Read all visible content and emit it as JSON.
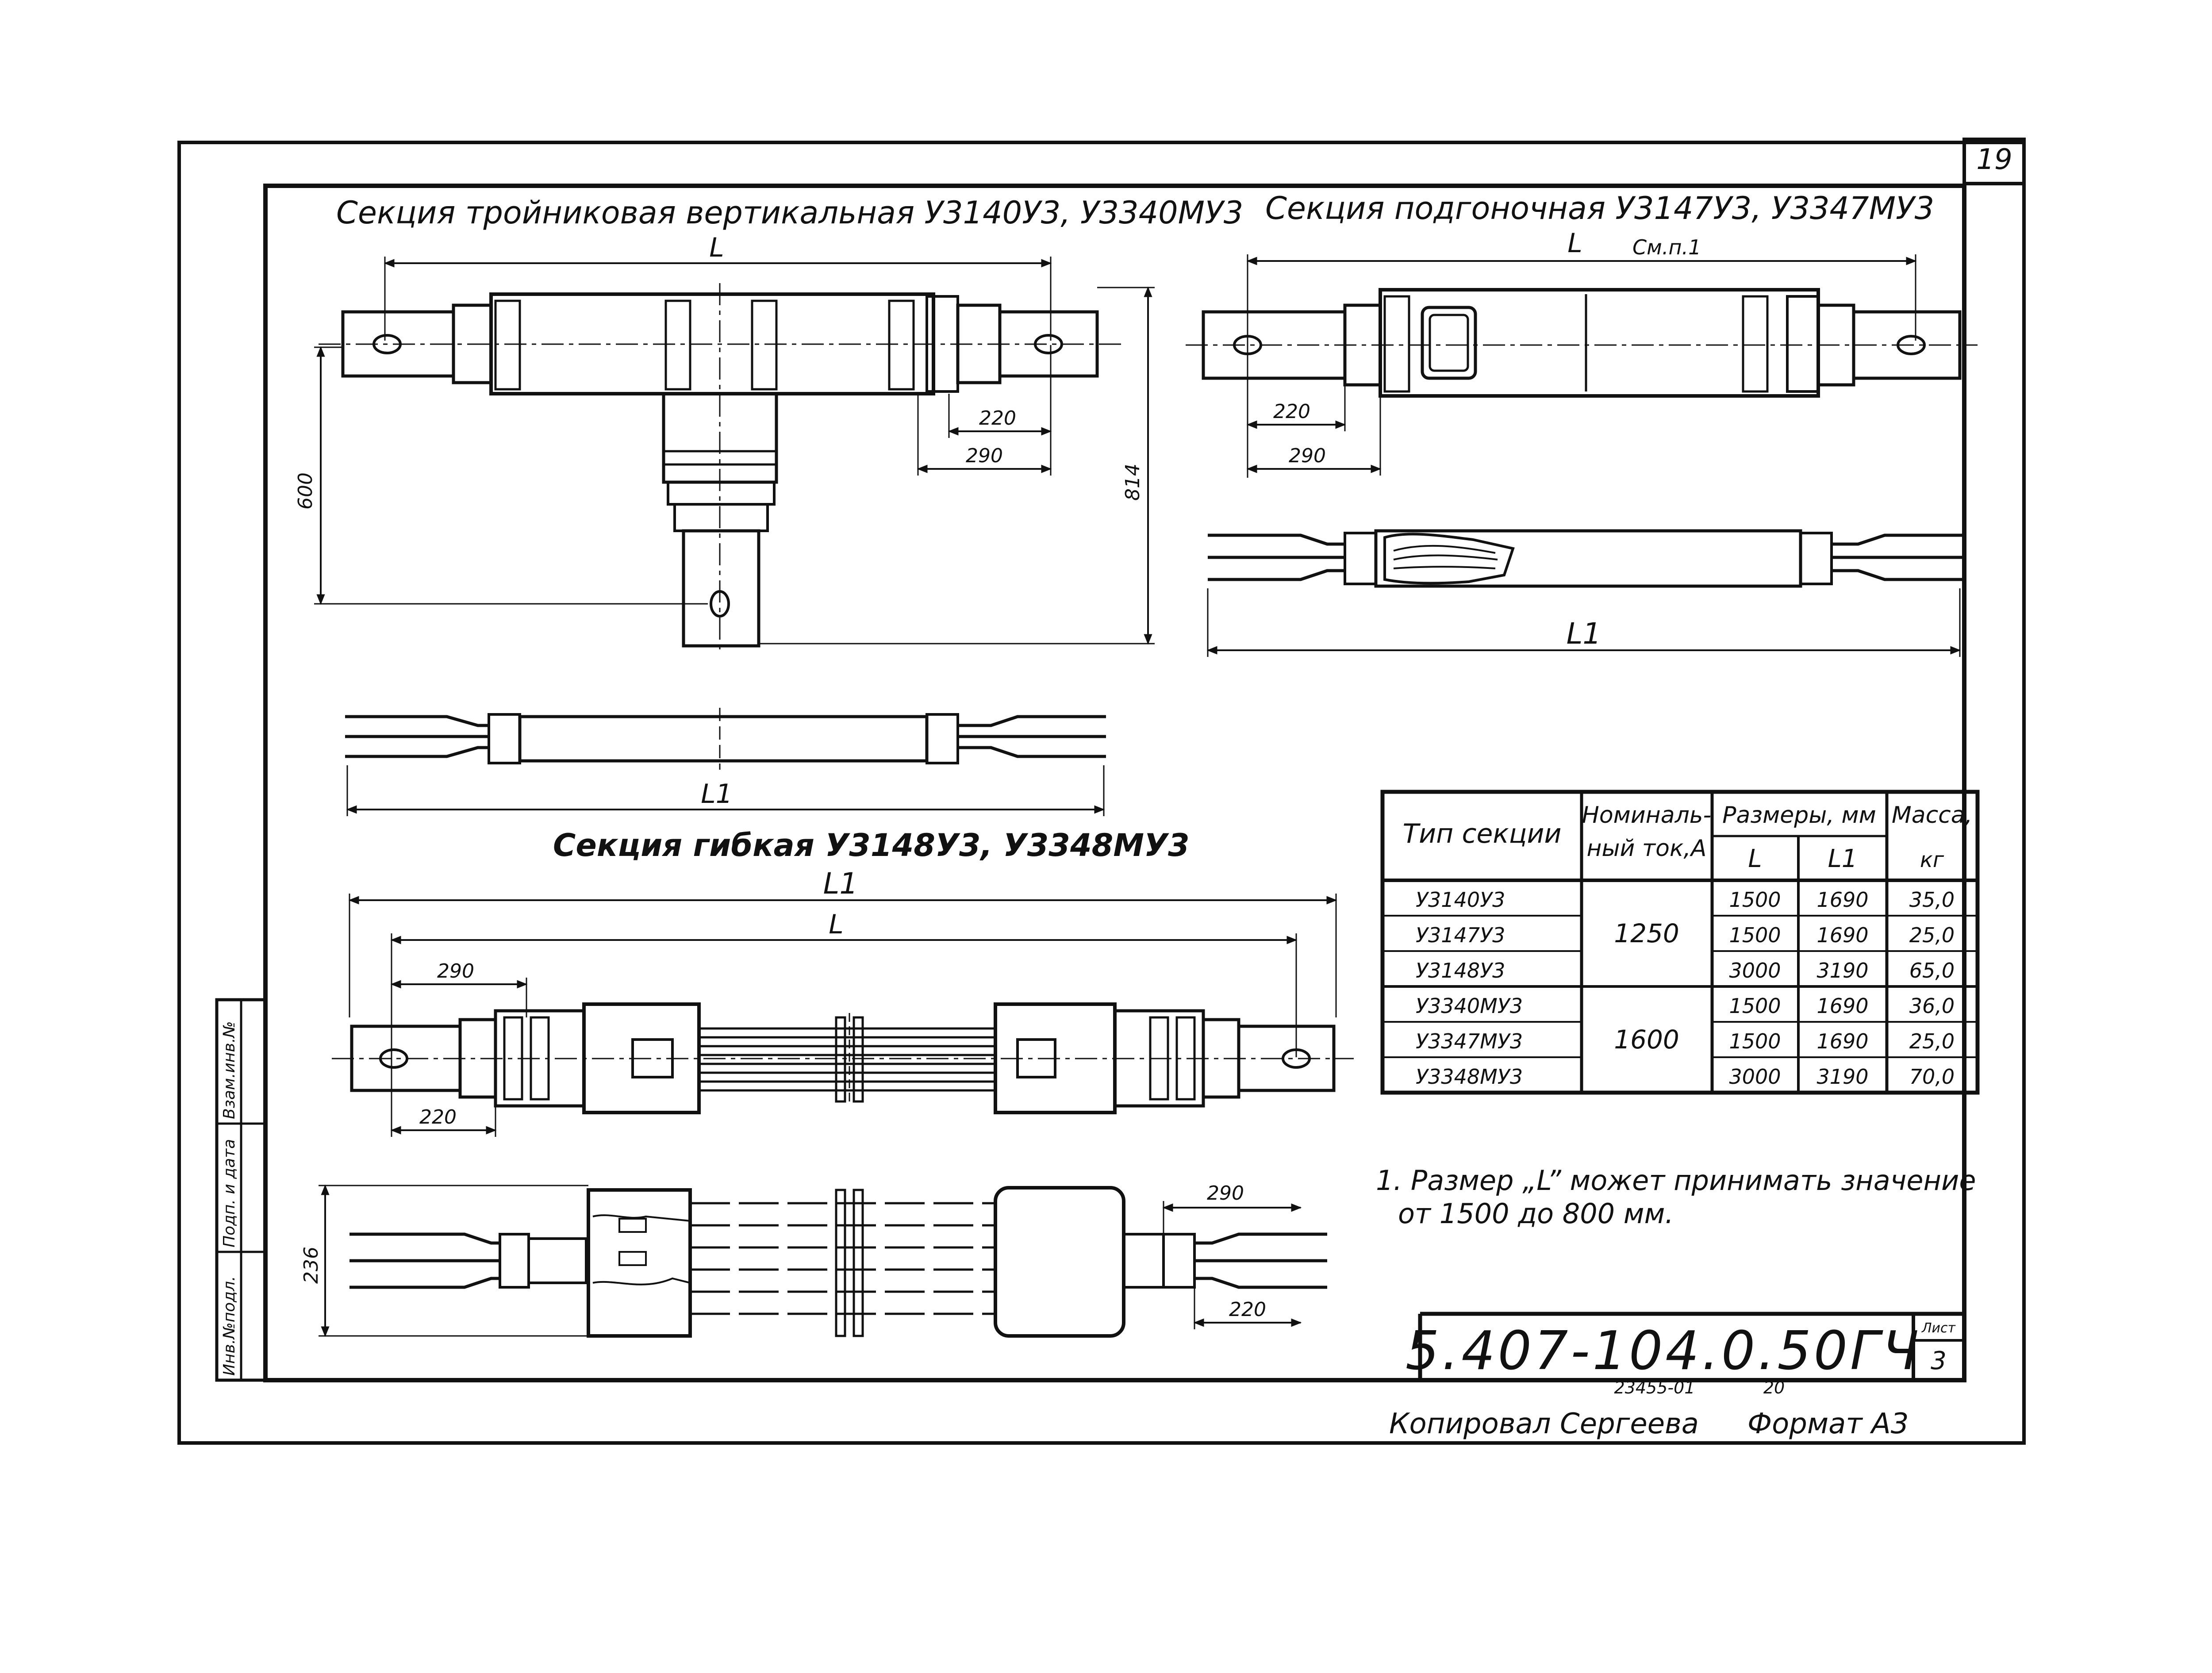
{
  "sheet": {
    "page_number": "19",
    "document_code": "5.407-104.0.50ГЧ",
    "sheet_label": "Лист",
    "sheet_number": "3",
    "inventory_number": "23455-01",
    "sub_number": "20",
    "copied_by": "Копировал Сергеева",
    "format": "Формат А3",
    "side_labels": [
      "Инв.№подл.",
      "Подп. и дата",
      "Взам.инв.№"
    ]
  },
  "views": {
    "tee": {
      "title": "Секция тройниковая вертикальная У3140У3, У3340МУ3",
      "dim_L": "L",
      "dim_L1": "L1",
      "dim_220": "220",
      "dim_290": "290",
      "dim_600": "600",
      "dim_814": "814"
    },
    "adjust": {
      "title": "Секция подгоночная У3147У3, У3347МУ3",
      "dim_L": "L",
      "note_ref": "См.п.1",
      "dim_220": "220",
      "dim_290": "290",
      "dim_L1": "L1"
    },
    "flex": {
      "title": "Секция гибкая  У3148У3, У3348МУ3",
      "dim_L1": "L1",
      "dim_L": "L",
      "dim_290_top": "290",
      "dim_220_top": "220",
      "dim_290_bottom": "290",
      "dim_220_bottom": "220",
      "dim_236": "236"
    }
  },
  "table": {
    "headers": {
      "type": "Тип секции",
      "current_1": "Номиналь-",
      "current_2": "ный ток,А",
      "sizes": "Размеры, мм",
      "L": "L",
      "L1": "L1",
      "mass_1": "Масса,",
      "mass_2": "кг"
    },
    "current_groups": [
      "1250",
      "1600"
    ],
    "rows": [
      {
        "type": "У3140У3",
        "L": "1500",
        "L1": "1690",
        "mass": "35,0"
      },
      {
        "type": "У3147У3",
        "L": "1500",
        "L1": "1690",
        "mass": "25,0"
      },
      {
        "type": "У3148У3",
        "L": "3000",
        "L1": "3190",
        "mass": "65,0"
      },
      {
        "type": "У3340МУ3",
        "L": "1500",
        "L1": "1690",
        "mass": "36,0"
      },
      {
        "type": "У3347МУ3",
        "L": "1500",
        "L1": "1690",
        "mass": "25,0"
      },
      {
        "type": "У3348МУ3",
        "L": "3000",
        "L1": "3190",
        "mass": "70,0"
      }
    ]
  },
  "notes": {
    "line1": "1. Размер „L” может принимать значение",
    "line2": "от 1500 до 800 мм."
  }
}
